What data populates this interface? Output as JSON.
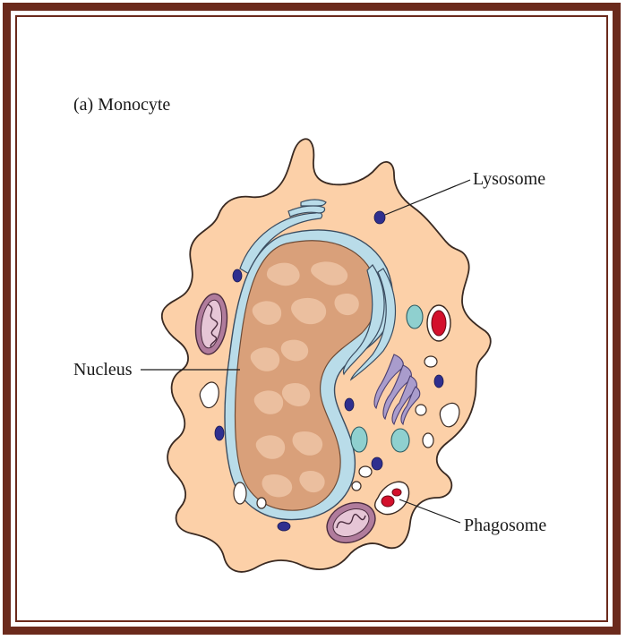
{
  "figure": {
    "title": "(a) Monocyte",
    "labels": {
      "lysosome": "Lysosome",
      "nucleus": "Nucleus",
      "phagosome": "Phagosome"
    }
  },
  "colors": {
    "frame": "#6b2a1c",
    "cytoplasm": "#fcd0a8",
    "nucleus": "#d9a07a",
    "nucleus_envelope": "#b9dce9",
    "lysosome": "#2f2f8f",
    "mitochondria": "#b07c9c",
    "vesicle_teal": "#8fd0cf",
    "phagosome_red": "#d3102c",
    "golgi": "#a99ccc"
  }
}
